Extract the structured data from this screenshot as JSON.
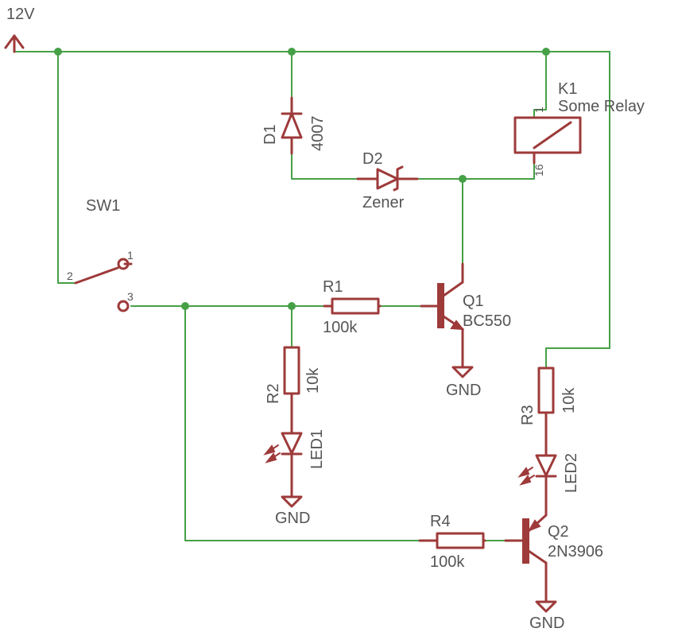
{
  "supply": {
    "label": "12V"
  },
  "switch": {
    "name": "SW1",
    "pin1": "1",
    "pin2": "2",
    "pin3": "3"
  },
  "D1": {
    "name": "D1",
    "value": "4007"
  },
  "D2": {
    "name": "D2",
    "value": "Zener"
  },
  "K1": {
    "name": "K1",
    "value": "Some Relay",
    "pin_top": "1",
    "pin_bottom": "16"
  },
  "R1": {
    "name": "R1",
    "value": "100k"
  },
  "R2": {
    "name": "R2",
    "value": "10k"
  },
  "R3": {
    "name": "R3",
    "value": "10k"
  },
  "R4": {
    "name": "R4",
    "value": "100k"
  },
  "Q1": {
    "name": "Q1",
    "value": "BC550"
  },
  "Q2": {
    "name": "Q2",
    "value": "2N3906"
  },
  "LED1": {
    "name": "LED1"
  },
  "LED2": {
    "name": "LED2"
  },
  "gnd": {
    "label": "GND"
  },
  "colors": {
    "wire": "#46a046",
    "component": "#9e3a3a",
    "text": "#555555"
  }
}
